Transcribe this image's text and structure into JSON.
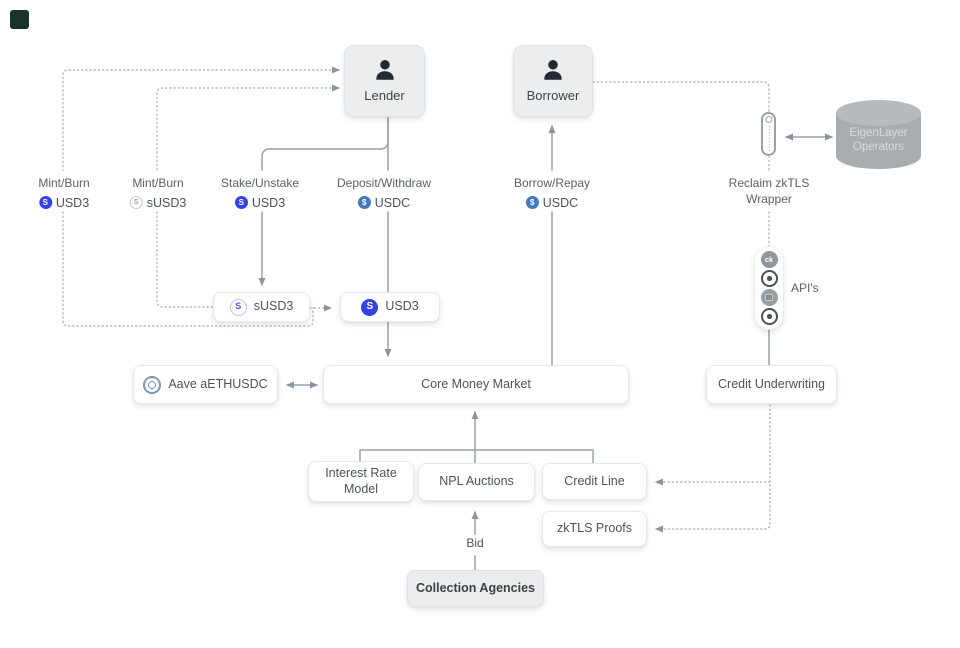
{
  "nodes": {
    "lender": {
      "label": "Lender"
    },
    "borrower": {
      "label": "Borrower"
    },
    "eigenlayer_operators": {
      "label": "EigenLayer Operators"
    },
    "reclaim_wrapper": {
      "label": "Reclaim zkTLS Wrapper"
    },
    "apis": {
      "label": "API's"
    },
    "susd3": {
      "label": "sUSD3"
    },
    "usd3": {
      "label": "USD3"
    },
    "aave": {
      "label": "Aave aETHUSDC"
    },
    "core_money_market": {
      "label": "Core Money Market"
    },
    "credit_underwriting": {
      "label": "Credit Underwriting"
    },
    "interest_rate_model": {
      "label": "Interest Rate Model"
    },
    "npl_auctions": {
      "label": "NPL Auctions"
    },
    "credit_line": {
      "label": "Credit Line"
    },
    "zktls_proofs": {
      "label": "zkTLS Proofs"
    },
    "collection_agencies": {
      "label": "Collection Agencies"
    }
  },
  "edges": {
    "mint_burn_usd3": {
      "action": "Mint/Burn",
      "token": "USD3"
    },
    "mint_burn_susd3": {
      "action": "Mint/Burn",
      "token": "sUSD3"
    },
    "stake_unstake_usd3": {
      "action": "Stake/Unstake",
      "token": "USD3"
    },
    "deposit_withdraw_usdc": {
      "action": "Deposit/Withdraw",
      "token": "USDC"
    },
    "borrow_repay_usdc": {
      "action": "Borrow/Repay",
      "token": "USDC"
    },
    "bid": {
      "label": "Bid"
    }
  },
  "icons": {
    "usd3_coin": "S",
    "susd3_coin": "S",
    "usdc_coin": "$",
    "api_ck": "ck"
  },
  "colors": {
    "usd3_blue": "#3543e5",
    "usdc_blue": "#4379bd",
    "solid_line_gray": "#9aa1a8",
    "dotted_line_gray": "#b3b9bf",
    "arrow_gray": "#8d949b",
    "node_text": "#4c535b",
    "cylinder_gray": "#a9adb0",
    "actor_fill": "#ecedef"
  }
}
